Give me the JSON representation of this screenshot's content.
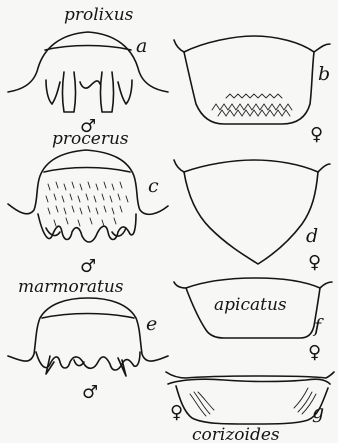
{
  "species": {
    "prolixus": "prolixus",
    "procerus": "procerus",
    "marmoratus": "marmoratus",
    "apicatus": "apicatus",
    "corizoides": "corizoides"
  },
  "figure_letters": {
    "a": "a",
    "b": "b",
    "c": "c",
    "d": "d",
    "e": "e",
    "f": "f",
    "g": "g"
  },
  "sex_symbols": {
    "male": "♂",
    "female": "♀"
  },
  "colors": {
    "ink": "#151515",
    "paper": "#f7f7f5"
  }
}
